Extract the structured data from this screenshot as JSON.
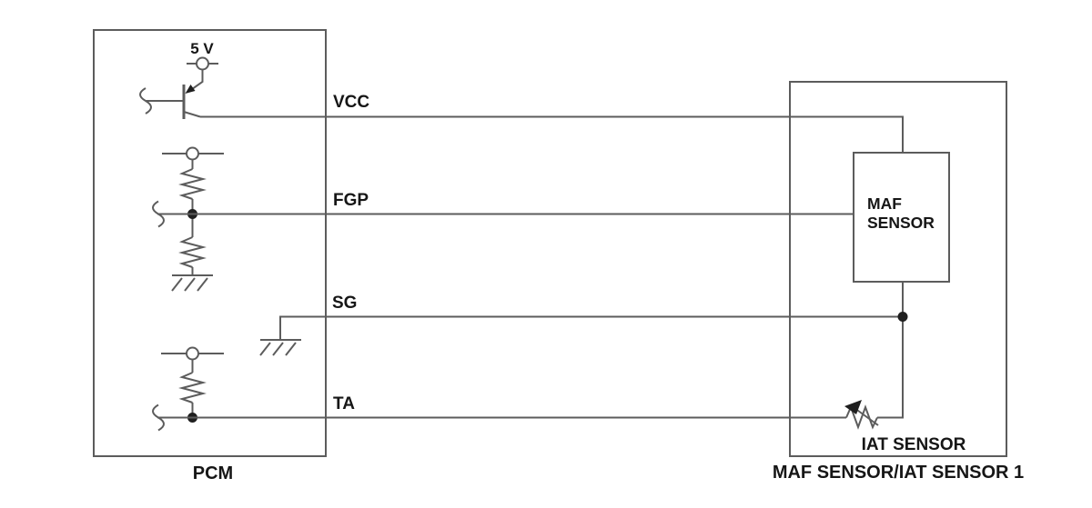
{
  "colors": {
    "background": "#ffffff",
    "line": "#5c5c5c",
    "text": "#161616"
  },
  "pcm": {
    "label": "PCM",
    "supply_voltage": "5 V"
  },
  "signals": {
    "vcc": "VCC",
    "fgp": "FGP",
    "sg": "SG",
    "ta": "TA"
  },
  "sensor_module": {
    "label": "MAF SENSOR/IAT SENSOR 1",
    "maf_sensor_line1": "MAF",
    "maf_sensor_line2": "SENSOR",
    "iat_sensor_label": "IAT SENSOR"
  }
}
